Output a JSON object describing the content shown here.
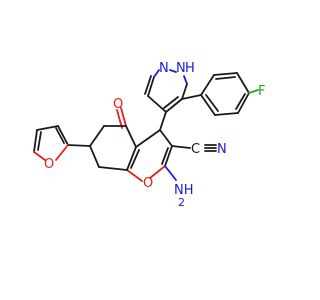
{
  "atoms": {
    "pyrazole_n1": {
      "label": "N",
      "color": "#1a1adc"
    },
    "pyrazole_nh": {
      "label": "N",
      "color": "#1a1adc"
    },
    "pyrazole_h": {
      "label": "H",
      "color": "#1a1adc"
    },
    "fluorine": {
      "label": "F",
      "color": "#2aa02a"
    },
    "ketone_o": {
      "label": "O",
      "color": "#e0221b"
    },
    "pyran_o": {
      "label": "O",
      "color": "#e0221b"
    },
    "furan_o": {
      "label": "O",
      "color": "#e0221b"
    },
    "nitrile_c": {
      "label": "C",
      "color": "#1a1a1a"
    },
    "nitrile_n": {
      "label": "N",
      "color": "#1a1adc"
    },
    "amino_n": {
      "label": "NH",
      "color": "#1a1adc"
    },
    "amino_sub": {
      "label": "2",
      "color": "#1a1adc"
    }
  },
  "colors": {
    "carbon": "#1a1a1a",
    "nitrogen": "#1a1adc",
    "oxygen": "#e0221b",
    "fluorine": "#2aa02a",
    "background": "#ffffff"
  }
}
